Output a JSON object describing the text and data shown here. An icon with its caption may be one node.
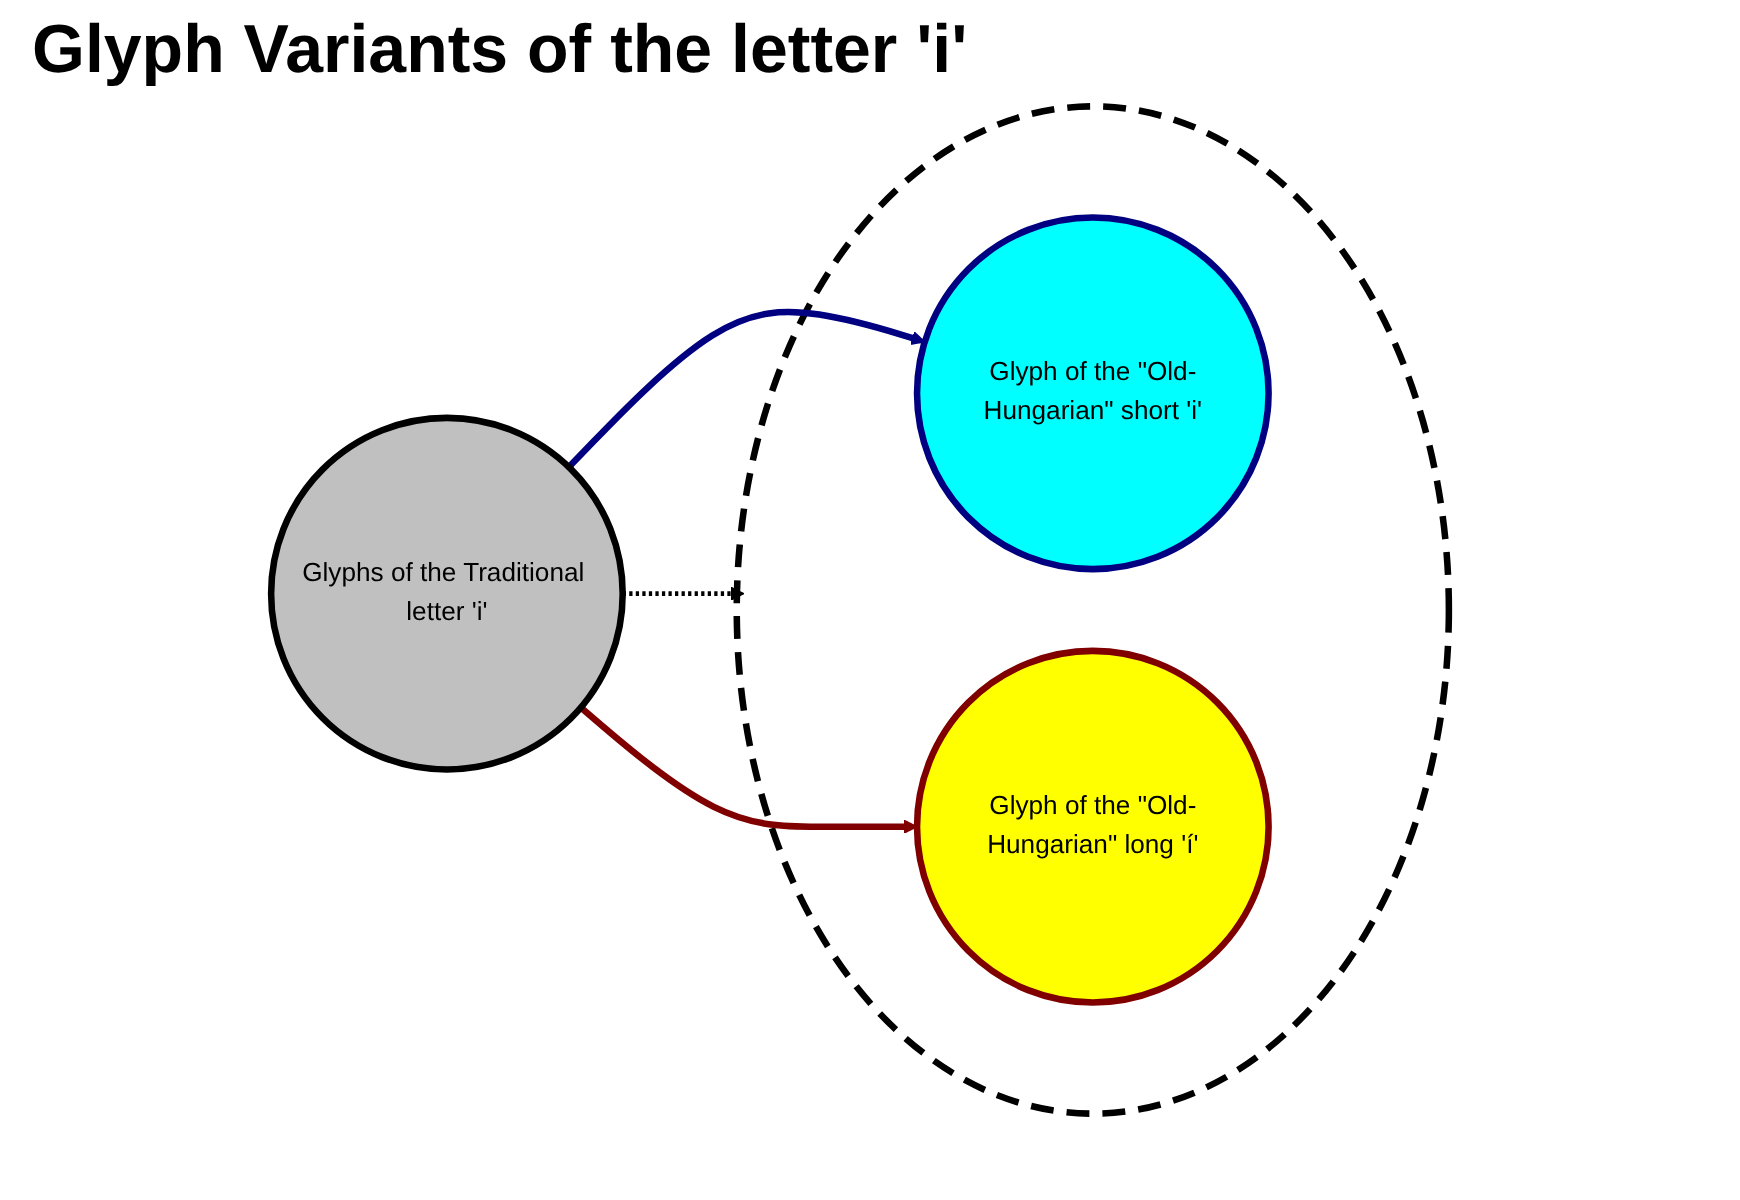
{
  "diagram": {
    "title": "Glyph Variants of the letter 'i'",
    "nodes": [
      {
        "text": [
          "Glyphs of the Traditional letter 'i'"
        ]
      },
      {
        "text": [],
        "shape": "circle"
      },
      {
        "text": [
          "Glyph of the \"Old-Hungarian\" short 'i'"
        ],
        "in": 1
      },
      {
        "text": [
          "Glyph of the \"Old-Hungarian\" long 'í'"
        ],
        "in": 1
      }
    ],
    "edges": [
      {
        "from": 0,
        "to": 2,
        "arrow": "to",
        "color": "#000080"
      },
      {
        "from": 0,
        "to": 1,
        "arrow": "to",
        "style": "dashed",
        "color": "#000000"
      },
      {
        "from": 0,
        "to": 3,
        "arrow": "to",
        "color": "#800000"
      }
    ]
  }
}
